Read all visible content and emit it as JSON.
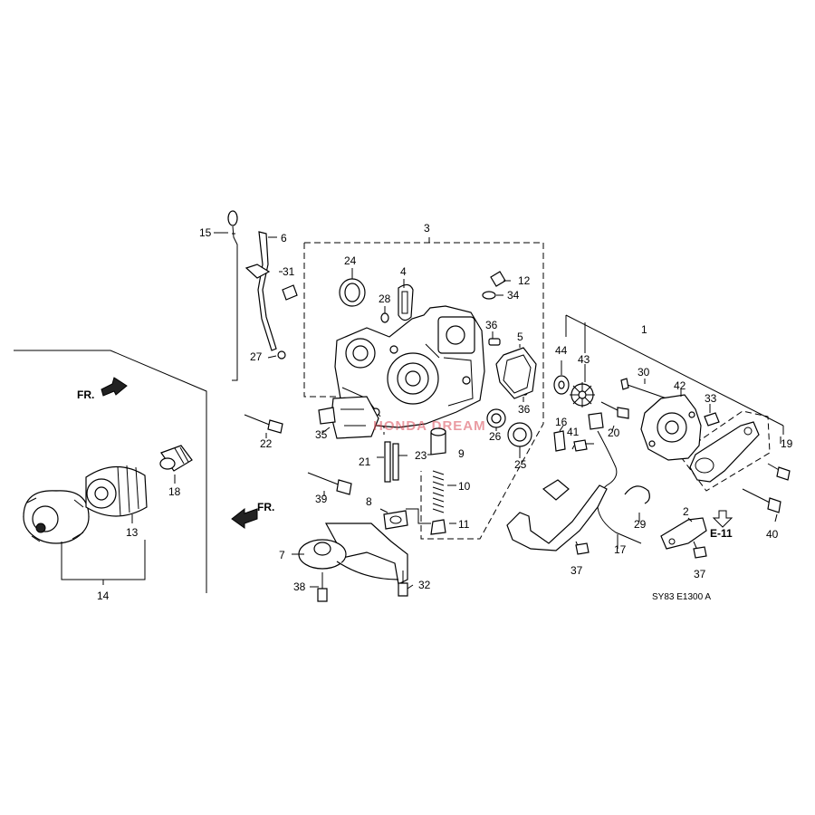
{
  "callouts": {
    "c1": "1",
    "c2": "2",
    "c3": "3",
    "c4": "4",
    "c5": "5",
    "c6": "6",
    "c7": "7",
    "c8": "8",
    "c9": "9",
    "c10": "10",
    "c11": "11",
    "c12": "12",
    "c13": "13",
    "c14": "14",
    "c15": "15",
    "c16": "16",
    "c17": "17",
    "c18": "18",
    "c19": "19",
    "c20": "20",
    "c21": "21",
    "c22": "22",
    "c23": "23",
    "c24": "24",
    "c25": "25",
    "c26": "26",
    "c27": "27",
    "c28": "28",
    "c29": "29",
    "c30": "30",
    "c31": "31",
    "c32": "32",
    "c33": "33",
    "c34": "34",
    "c35": "35",
    "c36a": "36",
    "c36b": "36",
    "c37a": "37",
    "c37b": "37",
    "c38": "38",
    "c39": "39",
    "c40": "40",
    "c41": "41",
    "c42": "42",
    "c43": "43",
    "c44": "44"
  },
  "direction_markers": {
    "front_upper": "FR.",
    "front_lower": "FR."
  },
  "reference": {
    "section": "E-11"
  },
  "diagram_code": "SY83  E1300 A",
  "watermark": "HONDA DREAM"
}
